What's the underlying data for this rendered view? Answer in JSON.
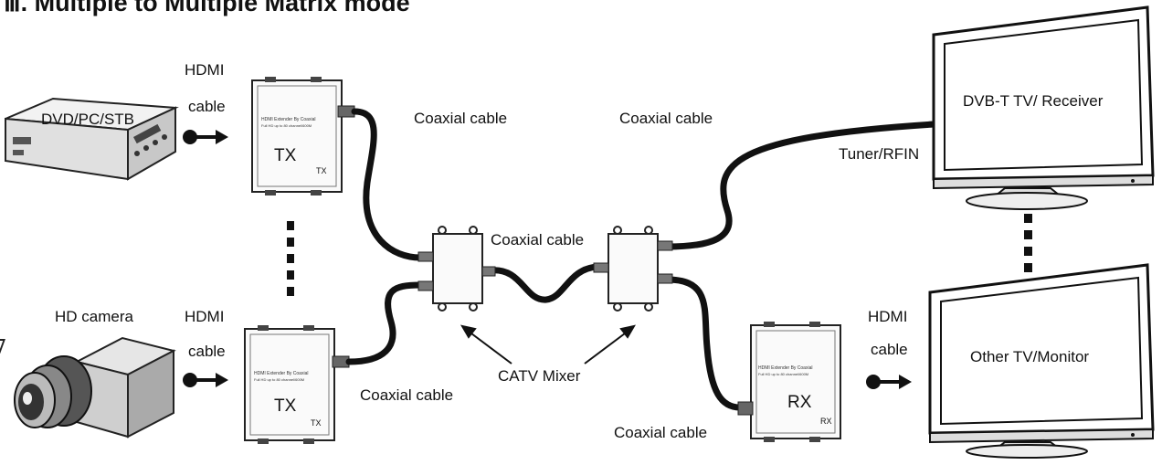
{
  "title": "Ⅲ. Multiple to Multiple Matrix mode",
  "sources": {
    "dvd": "DVD/PC/STB",
    "camera": "HD camera"
  },
  "labels": {
    "hdmi_top_1": "HDMI",
    "cable_top_1": "cable",
    "hdmi_bottom_1": "HDMI",
    "cable_bottom_1": "cable",
    "hdmi_right_1": "HDMI",
    "cable_right_1": "cable",
    "coax_tx1": "Coaxial cable",
    "coax_tx2": "Coaxial cable",
    "coax_mixers": "Coaxial cable",
    "coax_to_tv": "Coaxial cable",
    "coax_to_rx": "Coaxial cable",
    "tuner": "Tuner/RFIN",
    "catv_mixer": "CATV Mixer"
  },
  "devices": {
    "tx_top": {
      "big": "TX",
      "small": "TX",
      "line1": "HDMI Extender By Coaxial",
      "line2": "Full HD up to 80 channel/600M"
    },
    "tx_bottom": {
      "big": "TX",
      "small": "TX",
      "line1": "HDMI Extender By Coaxial",
      "line2": "Full HD up to 80 channel/600M"
    },
    "rx": {
      "big": "RX",
      "small": "RX",
      "line1": "HDMI Extender By Coaxial",
      "line2": "Full HD up to 80 channel/600M"
    }
  },
  "displays": {
    "tv_top": "DVB-T TV/ Receiver",
    "tv_bottom": "Other TV/Monitor"
  }
}
